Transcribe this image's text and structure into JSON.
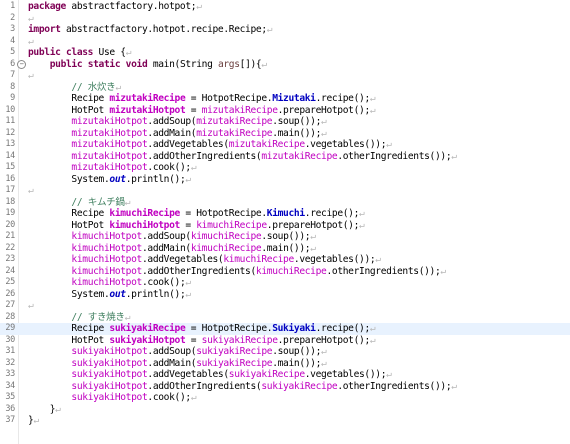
{
  "editor": {
    "highlight_line": 29,
    "lines": [
      {
        "n": "1",
        "fold": false,
        "indent": "",
        "tokens": [
          [
            "kw",
            "package"
          ],
          [
            "plain",
            " abstractfactory.hotpot;"
          ]
        ]
      },
      {
        "n": "2",
        "fold": false,
        "indent": "",
        "tokens": []
      },
      {
        "n": "3",
        "fold": false,
        "indent": "",
        "tokens": [
          [
            "kw",
            "import"
          ],
          [
            "plain",
            " abstractfactory.hotpot.recipe.Recipe;"
          ]
        ]
      },
      {
        "n": "4",
        "fold": false,
        "indent": "",
        "tokens": []
      },
      {
        "n": "5",
        "fold": false,
        "indent": "",
        "tokens": [
          [
            "kw",
            "public class"
          ],
          [
            "plain",
            " Use {"
          ]
        ]
      },
      {
        "n": "6",
        "fold": true,
        "indent": "    ",
        "tokens": [
          [
            "kw",
            "public static void"
          ],
          [
            "plain",
            " main(String "
          ],
          [
            "param",
            "args"
          ],
          [
            "plain",
            "[]){"
          ]
        ]
      },
      {
        "n": "7",
        "fold": false,
        "indent": "",
        "tokens": []
      },
      {
        "n": "8",
        "fold": false,
        "indent": "        ",
        "tokens": [
          [
            "comment",
            "// 水炊き"
          ]
        ]
      },
      {
        "n": "9",
        "fold": false,
        "indent": "        ",
        "tokens": [
          [
            "plain",
            "Recipe "
          ],
          [
            "vardecl",
            "mizutakiRecipe"
          ],
          [
            "plain",
            " = HotpotRecipe."
          ],
          [
            "static-plain",
            "Mizutaki"
          ],
          [
            "plain",
            ".recipe();"
          ]
        ]
      },
      {
        "n": "10",
        "fold": false,
        "indent": "        ",
        "tokens": [
          [
            "plain",
            "HotPot "
          ],
          [
            "vardecl",
            "mizutakiHotpot"
          ],
          [
            "plain",
            " = "
          ],
          [
            "var",
            "mizutakiRecipe"
          ],
          [
            "plain",
            ".prepareHotpot();"
          ]
        ]
      },
      {
        "n": "11",
        "fold": false,
        "indent": "        ",
        "tokens": [
          [
            "var",
            "mizutakiHotpot"
          ],
          [
            "plain",
            ".addSoup("
          ],
          [
            "var",
            "mizutakiRecipe"
          ],
          [
            "plain",
            ".soup());"
          ]
        ]
      },
      {
        "n": "12",
        "fold": false,
        "indent": "        ",
        "tokens": [
          [
            "var",
            "mizutakiHotpot"
          ],
          [
            "plain",
            ".addMain("
          ],
          [
            "var",
            "mizutakiRecipe"
          ],
          [
            "plain",
            ".main());"
          ]
        ]
      },
      {
        "n": "13",
        "fold": false,
        "indent": "        ",
        "tokens": [
          [
            "var",
            "mizutakiHotpot"
          ],
          [
            "plain",
            ".addVegetables("
          ],
          [
            "var",
            "mizutakiRecipe"
          ],
          [
            "plain",
            ".vegetables());"
          ]
        ]
      },
      {
        "n": "14",
        "fold": false,
        "indent": "        ",
        "tokens": [
          [
            "var",
            "mizutakiHotpot"
          ],
          [
            "plain",
            ".addOtherIngredients("
          ],
          [
            "var",
            "mizutakiRecipe"
          ],
          [
            "plain",
            ".otherIngredients());"
          ]
        ]
      },
      {
        "n": "15",
        "fold": false,
        "indent": "        ",
        "tokens": [
          [
            "var",
            "mizutakiHotpot"
          ],
          [
            "plain",
            ".cook();"
          ]
        ]
      },
      {
        "n": "16",
        "fold": false,
        "indent": "        ",
        "tokens": [
          [
            "plain",
            "System."
          ],
          [
            "static",
            "out"
          ],
          [
            "plain",
            ".println();"
          ]
        ]
      },
      {
        "n": "17",
        "fold": false,
        "indent": "",
        "tokens": []
      },
      {
        "n": "18",
        "fold": false,
        "indent": "        ",
        "tokens": [
          [
            "comment",
            "// キムチ鍋"
          ]
        ]
      },
      {
        "n": "19",
        "fold": false,
        "indent": "        ",
        "tokens": [
          [
            "plain",
            "Recipe "
          ],
          [
            "vardecl",
            "kimuchiRecipe"
          ],
          [
            "plain",
            " = HotpotRecipe."
          ],
          [
            "static-plain",
            "Kimuchi"
          ],
          [
            "plain",
            ".recipe();"
          ]
        ]
      },
      {
        "n": "20",
        "fold": false,
        "indent": "        ",
        "tokens": [
          [
            "plain",
            "HotPot "
          ],
          [
            "vardecl",
            "kimuchiHotpot"
          ],
          [
            "plain",
            " = "
          ],
          [
            "var",
            "kimuchiRecipe"
          ],
          [
            "plain",
            ".prepareHotpot();"
          ]
        ]
      },
      {
        "n": "21",
        "fold": false,
        "indent": "        ",
        "tokens": [
          [
            "var",
            "kimuchiHotpot"
          ],
          [
            "plain",
            ".addSoup("
          ],
          [
            "var",
            "kimuchiRecipe"
          ],
          [
            "plain",
            ".soup());"
          ]
        ]
      },
      {
        "n": "22",
        "fold": false,
        "indent": "        ",
        "tokens": [
          [
            "var",
            "kimuchiHotpot"
          ],
          [
            "plain",
            ".addMain("
          ],
          [
            "var",
            "kimuchiRecipe"
          ],
          [
            "plain",
            ".main());"
          ]
        ]
      },
      {
        "n": "23",
        "fold": false,
        "indent": "        ",
        "tokens": [
          [
            "var",
            "kimuchiHotpot"
          ],
          [
            "plain",
            ".addVegetables("
          ],
          [
            "var",
            "kimuchiRecipe"
          ],
          [
            "plain",
            ".vegetables());"
          ]
        ]
      },
      {
        "n": "24",
        "fold": false,
        "indent": "        ",
        "tokens": [
          [
            "var",
            "kimuchiHotpot"
          ],
          [
            "plain",
            ".addOtherIngredients("
          ],
          [
            "var",
            "kimuchiRecipe"
          ],
          [
            "plain",
            ".otherIngredients());"
          ]
        ]
      },
      {
        "n": "25",
        "fold": false,
        "indent": "        ",
        "tokens": [
          [
            "var",
            "kimuchiHotpot"
          ],
          [
            "plain",
            ".cook();"
          ]
        ]
      },
      {
        "n": "26",
        "fold": false,
        "indent": "        ",
        "tokens": [
          [
            "plain",
            "System."
          ],
          [
            "static",
            "out"
          ],
          [
            "plain",
            ".println();"
          ]
        ]
      },
      {
        "n": "27",
        "fold": false,
        "indent": "",
        "tokens": []
      },
      {
        "n": "28",
        "fold": false,
        "indent": "        ",
        "tokens": [
          [
            "comment",
            "// すき焼き"
          ]
        ]
      },
      {
        "n": "29",
        "fold": false,
        "indent": "        ",
        "tokens": [
          [
            "plain",
            "Recipe "
          ],
          [
            "vardecl",
            "sukiyakiRecipe"
          ],
          [
            "plain",
            " = HotpotRecipe."
          ],
          [
            "static-plain",
            "Sukiyaki"
          ],
          [
            "plain",
            ".recipe();"
          ]
        ]
      },
      {
        "n": "30",
        "fold": false,
        "indent": "        ",
        "tokens": [
          [
            "plain",
            "HotPot "
          ],
          [
            "vardecl",
            "sukiyakiHotpot"
          ],
          [
            "plain",
            " = "
          ],
          [
            "var",
            "sukiyakiRecipe"
          ],
          [
            "plain",
            ".prepareHotpot();"
          ]
        ]
      },
      {
        "n": "31",
        "fold": false,
        "indent": "        ",
        "tokens": [
          [
            "var",
            "sukiyakiHotpot"
          ],
          [
            "plain",
            ".addSoup("
          ],
          [
            "var",
            "sukiyakiRecipe"
          ],
          [
            "plain",
            ".soup());"
          ]
        ]
      },
      {
        "n": "32",
        "fold": false,
        "indent": "        ",
        "tokens": [
          [
            "var",
            "sukiyakiHotpot"
          ],
          [
            "plain",
            ".addMain("
          ],
          [
            "var",
            "sukiyakiRecipe"
          ],
          [
            "plain",
            ".main());"
          ]
        ]
      },
      {
        "n": "33",
        "fold": false,
        "indent": "        ",
        "tokens": [
          [
            "var",
            "sukiyakiHotpot"
          ],
          [
            "plain",
            ".addVegetables("
          ],
          [
            "var",
            "sukiyakiRecipe"
          ],
          [
            "plain",
            ".vegetables());"
          ]
        ]
      },
      {
        "n": "34",
        "fold": false,
        "indent": "        ",
        "tokens": [
          [
            "var",
            "sukiyakiHotpot"
          ],
          [
            "plain",
            ".addOtherIngredients("
          ],
          [
            "var",
            "sukiyakiRecipe"
          ],
          [
            "plain",
            ".otherIngredients());"
          ]
        ]
      },
      {
        "n": "35",
        "fold": false,
        "indent": "        ",
        "tokens": [
          [
            "var",
            "sukiyakiHotpot"
          ],
          [
            "plain",
            ".cook();"
          ]
        ]
      },
      {
        "n": "36",
        "fold": false,
        "indent": "    ",
        "tokens": [
          [
            "plain",
            "}"
          ]
        ]
      },
      {
        "n": "37",
        "fold": false,
        "indent": "",
        "tokens": [
          [
            "plain",
            "}"
          ]
        ]
      }
    ],
    "eol_marker": "↵",
    "fold_glyph": "−",
    "colors": {
      "keyword": "#7f0055",
      "comment": "#3f7f5f",
      "field": "#c000c0",
      "static": "#0000c0",
      "highlight": "#e8f2fe"
    }
  }
}
